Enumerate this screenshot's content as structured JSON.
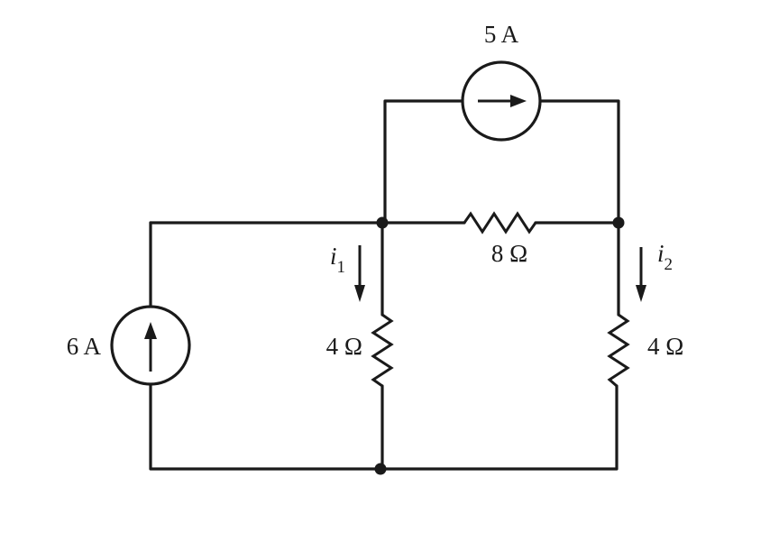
{
  "circuit": {
    "current_source_top": {
      "label": "5 A",
      "direction": "right"
    },
    "current_source_left": {
      "label": "6 A",
      "direction": "up"
    },
    "resistor_middle": {
      "label": "8 Ω"
    },
    "resistor_left": {
      "label": "4 Ω"
    },
    "resistor_right": {
      "label": "4 Ω"
    },
    "current_i1": {
      "symbol": "i",
      "subscript": "1",
      "direction": "down"
    },
    "current_i2": {
      "symbol": "i",
      "subscript": "2",
      "direction": "down"
    }
  },
  "colors": {
    "ink": "#1a1a1a",
    "background": "#ffffff"
  }
}
